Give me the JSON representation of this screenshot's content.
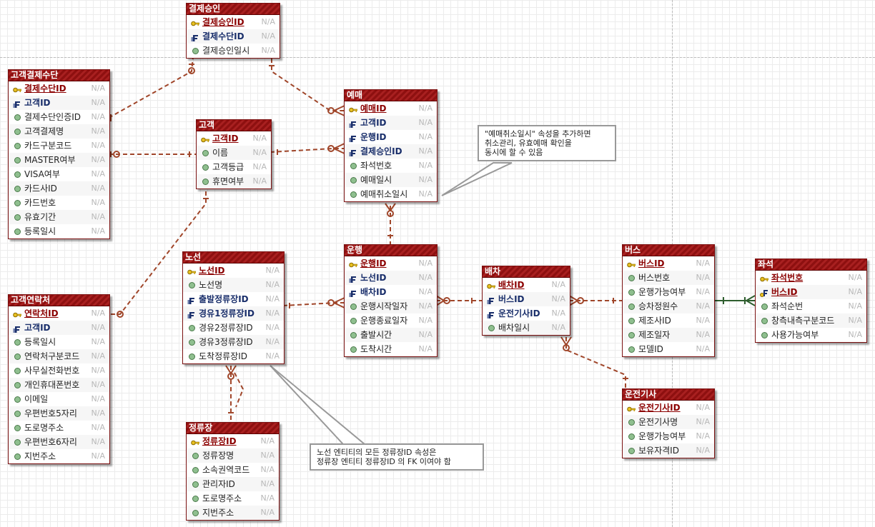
{
  "na": "N/A",
  "entities": {
    "payment_approval": {
      "title": "결제승인",
      "attrs": [
        {
          "name": "결제승인ID",
          "key": "pk"
        },
        {
          "name": "결제수단ID",
          "key": "fk"
        },
        {
          "name": "결제승인일시",
          "key": ""
        }
      ]
    },
    "customer_payment": {
      "title": "고객결제수단",
      "attrs": [
        {
          "name": "결제수단ID",
          "key": "pk"
        },
        {
          "name": "고객ID",
          "key": "fk"
        },
        {
          "name": "결제수단인증ID",
          "key": ""
        },
        {
          "name": "고객결제명",
          "key": ""
        },
        {
          "name": "카드구분코드",
          "key": ""
        },
        {
          "name": "MASTER여부",
          "key": ""
        },
        {
          "name": "VISA여부",
          "key": ""
        },
        {
          "name": "카드사ID",
          "key": ""
        },
        {
          "name": "카드번호",
          "key": ""
        },
        {
          "name": "유효기간",
          "key": ""
        },
        {
          "name": "등록일시",
          "key": ""
        }
      ]
    },
    "customer": {
      "title": "고객",
      "attrs": [
        {
          "name": "고객ID",
          "key": "pk"
        },
        {
          "name": "이름",
          "key": ""
        },
        {
          "name": "고객등급",
          "key": ""
        },
        {
          "name": "휴면여부",
          "key": ""
        }
      ]
    },
    "reservation": {
      "title": "예매",
      "attrs": [
        {
          "name": "예매ID",
          "key": "pk"
        },
        {
          "name": "고객ID",
          "key": "fk"
        },
        {
          "name": "운행ID",
          "key": "fk"
        },
        {
          "name": "결제승인ID",
          "key": "fk"
        },
        {
          "name": "좌석번호",
          "key": ""
        },
        {
          "name": "예매일시",
          "key": ""
        },
        {
          "name": "예매취소일시",
          "key": ""
        }
      ]
    },
    "customer_contact": {
      "title": "고객연락처",
      "attrs": [
        {
          "name": "연락처ID",
          "key": "pk"
        },
        {
          "name": "고객ID",
          "key": "fk"
        },
        {
          "name": "등록일시",
          "key": ""
        },
        {
          "name": "연락처구분코드",
          "key": ""
        },
        {
          "name": "사무실전화번호",
          "key": ""
        },
        {
          "name": "개인휴대폰번호",
          "key": ""
        },
        {
          "name": "이메일",
          "key": ""
        },
        {
          "name": "우편번호5자리",
          "key": ""
        },
        {
          "name": "도로명주소",
          "key": ""
        },
        {
          "name": "우편번호6자리",
          "key": ""
        },
        {
          "name": "지번주소",
          "key": ""
        }
      ]
    },
    "route": {
      "title": "노선",
      "attrs": [
        {
          "name": "노선ID",
          "key": "pk"
        },
        {
          "name": "노선명",
          "key": ""
        },
        {
          "name": "출발정류장ID",
          "key": "fk"
        },
        {
          "name": "경유1정류장ID",
          "key": "fk"
        },
        {
          "name": "경유2정류장ID",
          "key": ""
        },
        {
          "name": "경유3정류장ID",
          "key": ""
        },
        {
          "name": "도착정류장ID",
          "key": ""
        }
      ]
    },
    "operation": {
      "title": "운행",
      "attrs": [
        {
          "name": "운행ID",
          "key": "pk"
        },
        {
          "name": "노선ID",
          "key": "fk"
        },
        {
          "name": "배차ID",
          "key": "fk"
        },
        {
          "name": "운행시작일자",
          "key": ""
        },
        {
          "name": "운행종료일자",
          "key": ""
        },
        {
          "name": "출발시간",
          "key": ""
        },
        {
          "name": "도착시간",
          "key": ""
        }
      ]
    },
    "dispatch": {
      "title": "배차",
      "attrs": [
        {
          "name": "배차ID",
          "key": "pk"
        },
        {
          "name": "버스ID",
          "key": "fk"
        },
        {
          "name": "운전기사ID",
          "key": "fk"
        },
        {
          "name": "배차일시",
          "key": ""
        }
      ]
    },
    "bus": {
      "title": "버스",
      "attrs": [
        {
          "name": "버스ID",
          "key": "pk"
        },
        {
          "name": "버스번호",
          "key": ""
        },
        {
          "name": "운행가능여부",
          "key": ""
        },
        {
          "name": "승차정원수",
          "key": ""
        },
        {
          "name": "제조사ID",
          "key": ""
        },
        {
          "name": "제조일자",
          "key": ""
        },
        {
          "name": "모델ID",
          "key": ""
        }
      ]
    },
    "seat": {
      "title": "좌석",
      "attrs": [
        {
          "name": "좌석번호",
          "key": "pk"
        },
        {
          "name": "버스ID",
          "key": "pkfk"
        },
        {
          "name": "좌석순번",
          "key": ""
        },
        {
          "name": "창측내측구분코드",
          "key": ""
        },
        {
          "name": "사용가능여부",
          "key": ""
        }
      ]
    },
    "driver": {
      "title": "운전기사",
      "attrs": [
        {
          "name": "운전기사ID",
          "key": "pk"
        },
        {
          "name": "운전기사명",
          "key": ""
        },
        {
          "name": "운행가능여부",
          "key": ""
        },
        {
          "name": "보유자격ID",
          "key": ""
        }
      ]
    },
    "stop": {
      "title": "정류장",
      "attrs": [
        {
          "name": "정류장ID",
          "key": "pk"
        },
        {
          "name": "정류장명",
          "key": ""
        },
        {
          "name": "소속권역코드",
          "key": ""
        },
        {
          "name": "관리자ID",
          "key": ""
        },
        {
          "name": "도로명주소",
          "key": ""
        },
        {
          "name": "지번주소",
          "key": ""
        }
      ]
    }
  },
  "notes": {
    "cancel": "\"예매취소일시\" 속성을 추가하면\n취소관리, 유효예매 확인을\n동시에 할 수 있음",
    "route_fk": "노선 엔티티의 모든 정류장ID 속성은\n정류장 엔티티 정류장ID 의 FK 이여야 함"
  },
  "colors": {
    "entity_title": "#8e1010",
    "relationship": "#a0462a",
    "identifying": "#2e5e2e"
  }
}
